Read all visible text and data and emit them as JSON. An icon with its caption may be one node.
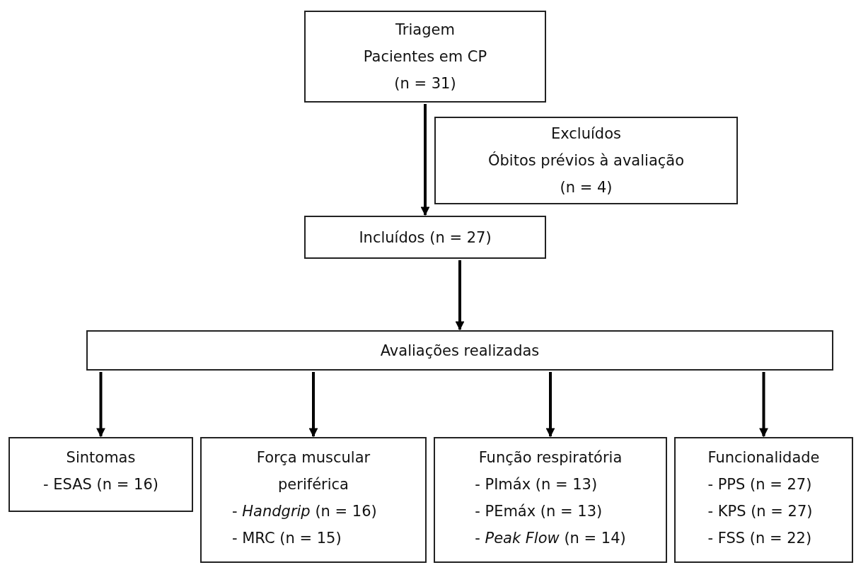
{
  "diagram": {
    "nodes": [
      {
        "text": [
          "Triagem",
          "Pacientes em CP",
          "(n = 31)"
        ]
      },
      {
        "text": [
          "Excluídos",
          "Óbitos prévios à avaliação",
          "(n = 4)"
        ]
      },
      {
        "text": [
          "Incluídos (n = 27)"
        ]
      },
      {
        "text": [
          "Avaliações realizadas"
        ]
      },
      {
        "text": [
          "Sintomas",
          "- ESAS (n = 16)"
        ]
      },
      {
        "text": [
          "Força muscular periférica",
          "- *Handgrip* (n = 16)",
          "- MRC (n = 15)"
        ]
      },
      {
        "text": [
          "Função respiratória",
          "- PImáx (n = 13)",
          "- PEmáx (n = 13)",
          "- *Peak Flow* (n = 14)"
        ]
      },
      {
        "text": [
          "Funcionalidade",
          "- PPS (n = 27)",
          "- KPS (n = 27)",
          "- FSS (n = 22)"
        ]
      }
    ],
    "edges": [
      {
        "from": 0,
        "to": 2,
        "arrow": "to"
      },
      {
        "from": 2,
        "to": 3,
        "arrow": "to"
      },
      {
        "from": 3,
        "to": 4,
        "arrow": "to"
      },
      {
        "from": 3,
        "to": 5,
        "arrow": "to"
      },
      {
        "from": 3,
        "to": 6,
        "arrow": "to"
      },
      {
        "from": 3,
        "to": 7,
        "arrow": "to"
      }
    ]
  }
}
